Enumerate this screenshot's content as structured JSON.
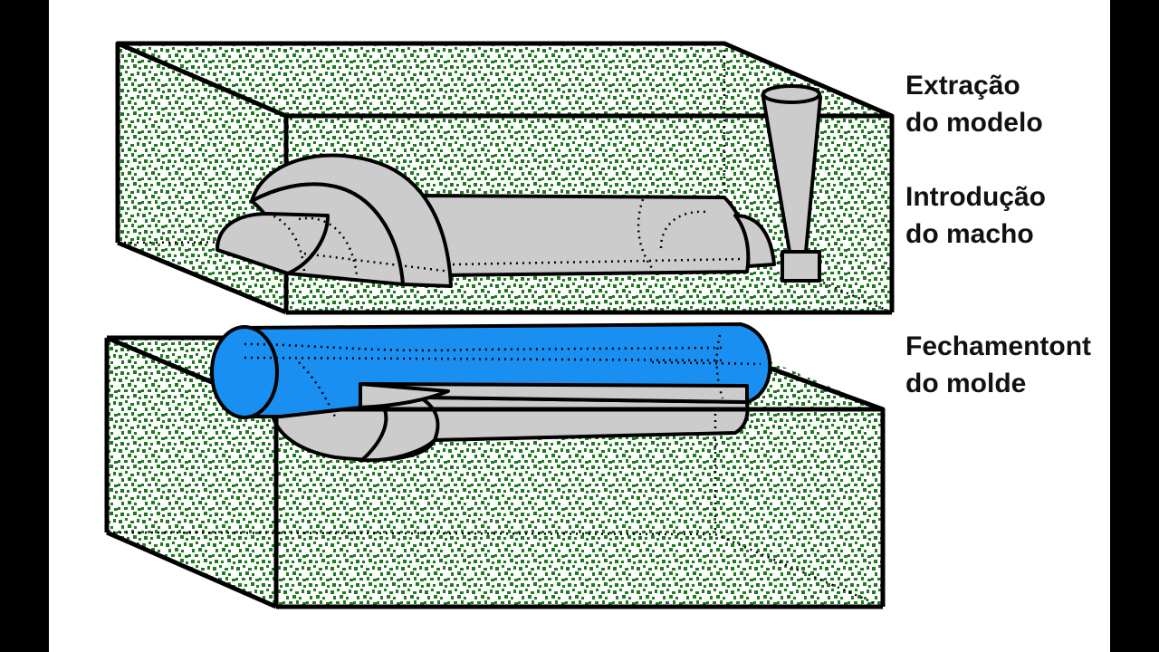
{
  "steps": [
    {
      "line1": "Extração",
      "line2": "do modelo"
    },
    {
      "line1": "Introdução",
      "line2": "do macho"
    },
    {
      "line1": "Fechamentont",
      "line2": "do molde"
    }
  ],
  "colors": {
    "background": "#ffffff",
    "sand_texture": "#1f7a1f",
    "pattern_gray": "#cccccc",
    "core_blue": "#1a8ff2",
    "outline": "#000000",
    "side_bars": "#000000"
  }
}
